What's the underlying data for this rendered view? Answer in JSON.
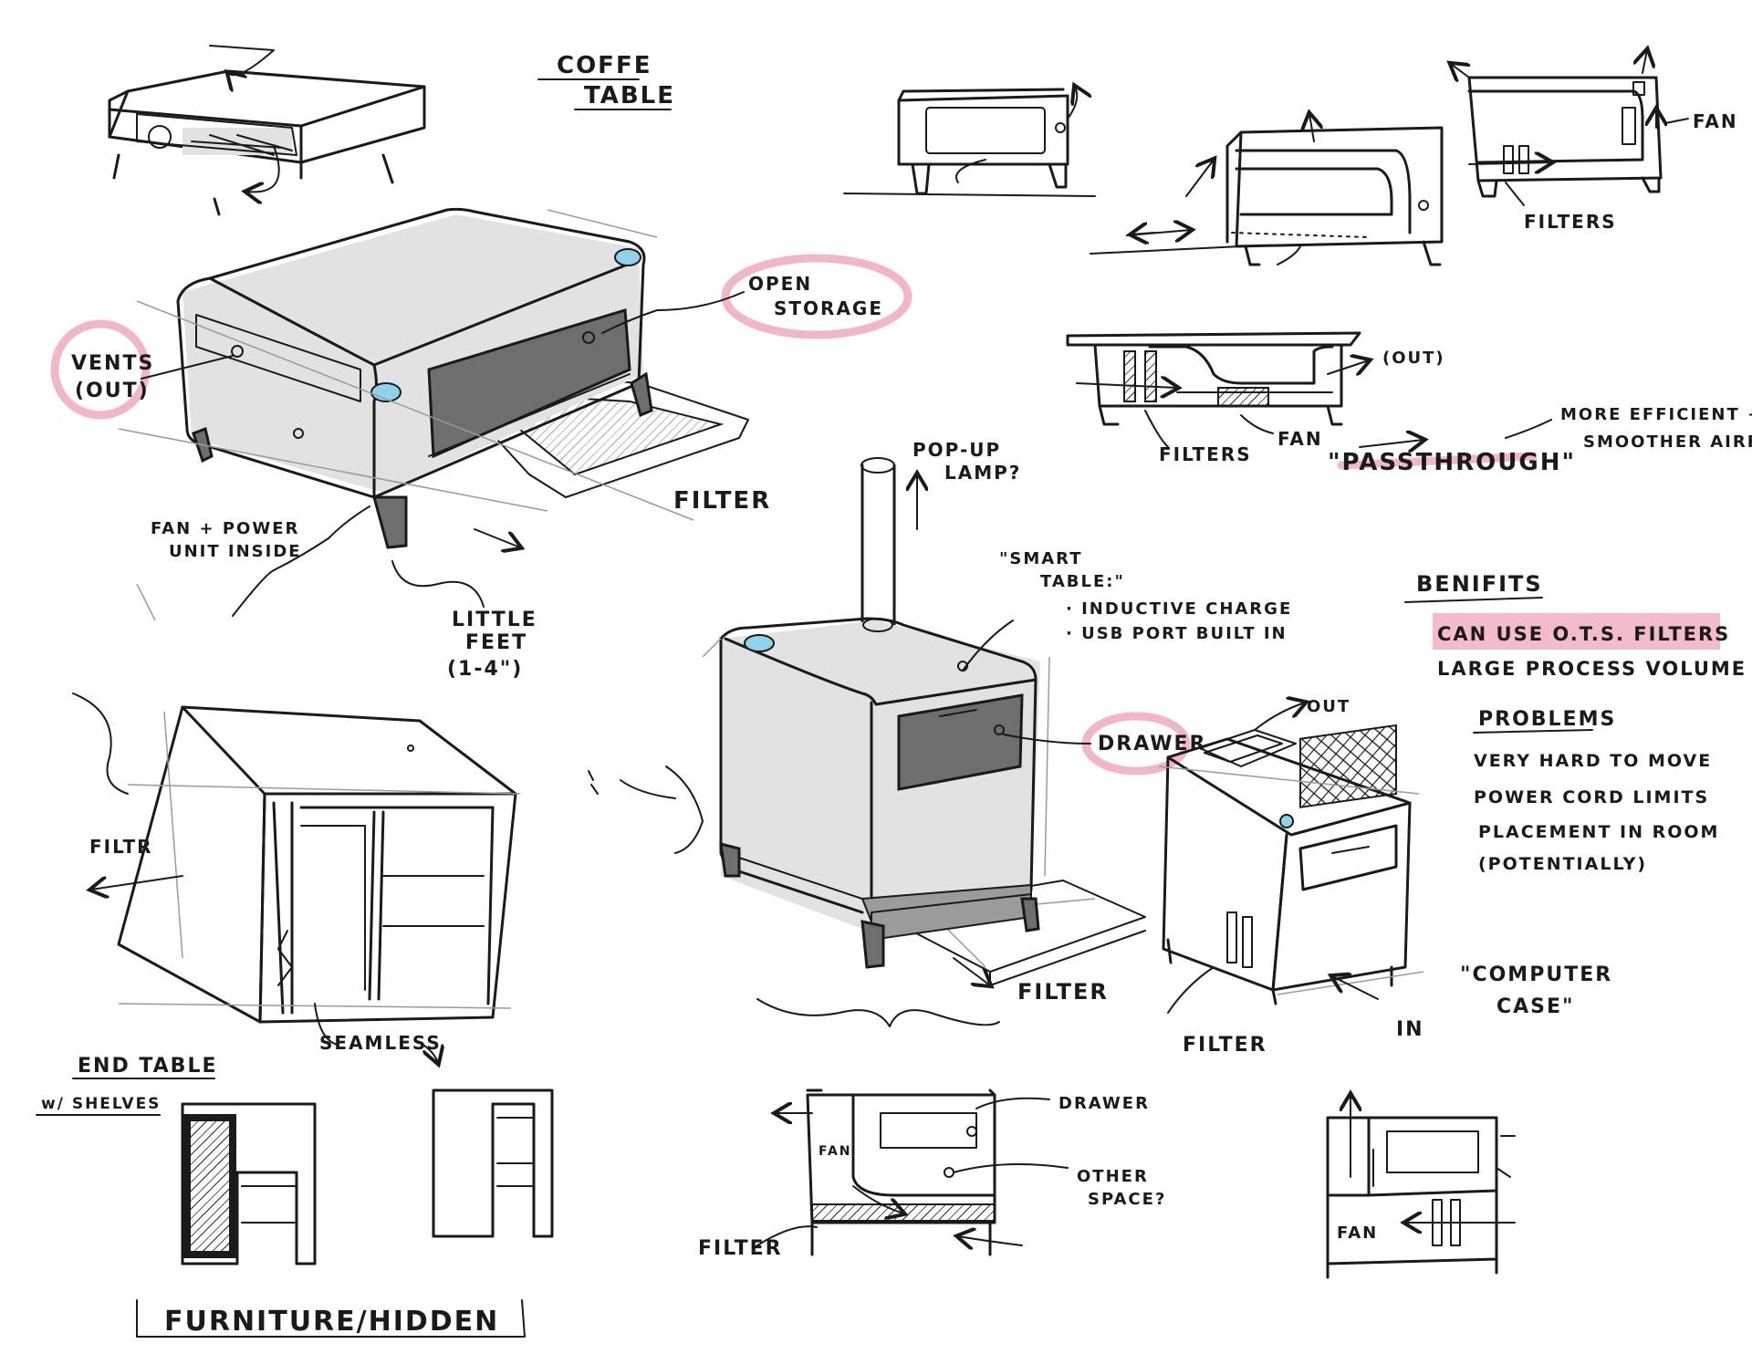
{
  "colors": {
    "highlight_pink": "#ee9fb4",
    "accent_blue": "#8fd3ea",
    "ink": "#1a1a1a",
    "marker_grey": "#e2e2e2",
    "dark_grey": "#6e6e6e"
  },
  "coffee_table": {
    "title_line1": "COFFE",
    "title_line2": "TABLE",
    "vents_line1": "VENTS",
    "vents_line2": "(OUT)",
    "open_storage_line1": "OPEN",
    "open_storage_line2": "STORAGE",
    "filter": "FILTER",
    "fan_unit_line1": "FAN + POWER",
    "fan_unit_line2": "UNIT  INSIDE",
    "feet_line1": "LITTLE",
    "feet_line2": "FEET",
    "feet_line3": "(1-4\")"
  },
  "top_right": {
    "fan": "FAN",
    "filters": "FILTERS"
  },
  "passthrough": {
    "out": "(OUT)",
    "filters": "FILTERS",
    "fan": "FAN",
    "label": "\"PASSTHROUGH\"",
    "note_line1": "MORE EFFICIENT +",
    "note_line2": "SMOOTHER AIRFLOW"
  },
  "smart_table": {
    "lamp_line1": "POP-UP",
    "lamp_line2": "LAMP?",
    "label_line1": "\"SMART",
    "label_line2": "TABLE:\"",
    "bullet1": "· INDUCTIVE CHARGE",
    "bullet2": "· USB PORT BUILT IN",
    "drawer": "DRAWER",
    "filter": "FILTER"
  },
  "benefits": {
    "heading": "BENIFITS",
    "item1": "CAN USE O.T.S. FILTERS",
    "item2": "LARGE PROCESS VOLUME"
  },
  "problems": {
    "heading": "PROBLEMS",
    "item1": "VERY HARD TO MOVE",
    "item2": "POWER CORD LIMITS",
    "item2_line2": "PLACEMENT  IN  ROOM",
    "item2_line3": "(POTENTIALLY)"
  },
  "computer_case": {
    "out": "OUT",
    "filter": "FILTER",
    "in": "IN",
    "label_line1": "\"COMPUTER",
    "label_line2": "CASE\""
  },
  "end_table": {
    "filtr": "FILTR",
    "seamless": "SEAMLESS",
    "title": "END TABLE",
    "subtitle": "w/ SHELVES",
    "footer": "FURNITURE/HIDDEN"
  },
  "bottom_center": {
    "fan": "FAN",
    "drawer": "DRAWER",
    "other_line1": "OTHER",
    "other_line2": "SPACE?",
    "filter": "FILTER"
  },
  "bottom_right": {
    "fan": "FAN"
  }
}
